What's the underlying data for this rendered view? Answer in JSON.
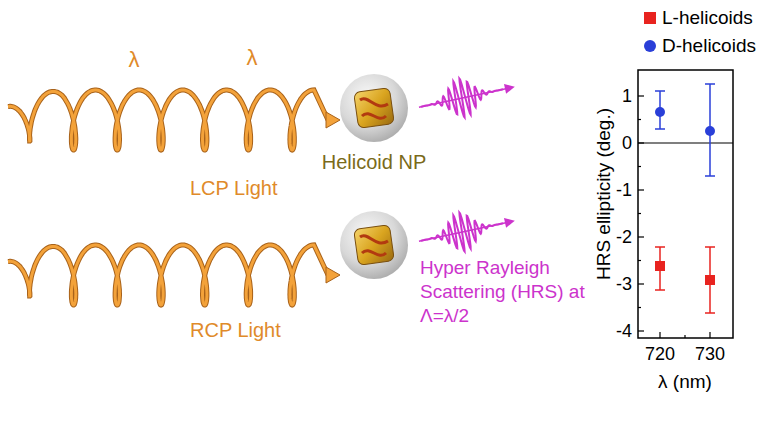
{
  "diagram": {
    "labels": [
      "λ",
      "λ",
      "LCP Light",
      "RCP Light",
      "Helicoid NP",
      "Hyper Rayleigh Scattering (HRS) at Λ=λ/2",
      "HRS ellipticity (deg.)",
      "1",
      "0",
      "-1",
      "-2",
      "-3",
      "-4",
      "720",
      "730",
      "λ (nm)"
    ],
    "legend": [
      {
        "text": "L-helicoids",
        "color": "#e8231f"
      },
      {
        "text": "D-helicoids",
        "color": "#2a3fd8"
      }
    ]
  }
}
